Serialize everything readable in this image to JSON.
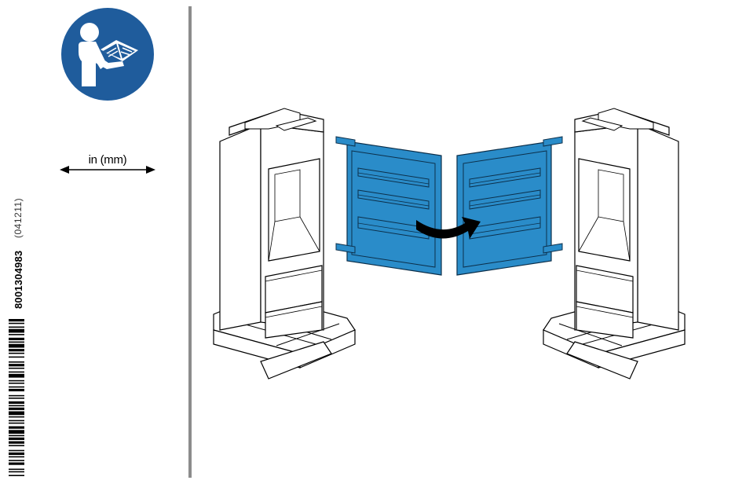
{
  "icons": {
    "manual": "read-manual-icon",
    "arrow": "double-arrow-icon",
    "door_swap": "door-swap-arrow-icon"
  },
  "colors": {
    "manual_blue": "#1f5c9c",
    "door_blue": "#2a8cc9",
    "outline": "#000000",
    "divider": "#8c8c8c"
  },
  "units": {
    "label": "in (mm)"
  },
  "side": {
    "part_number": "8001304983",
    "revision": "(041211)"
  },
  "barcode": {
    "bars": [
      2,
      1,
      1,
      2,
      1,
      1,
      3,
      1,
      1,
      2,
      2,
      1,
      1,
      1,
      3,
      1,
      2,
      1,
      1,
      2,
      1,
      3,
      1,
      1,
      2,
      1,
      1,
      2,
      1,
      1,
      3,
      2,
      1,
      1,
      1,
      2,
      1,
      1,
      2,
      3,
      1,
      1,
      1,
      2,
      2,
      1,
      1,
      1,
      2,
      1,
      3,
      1,
      1,
      2,
      1,
      1,
      1,
      2,
      2,
      1,
      3,
      1,
      1,
      1,
      2,
      1,
      2,
      1,
      1,
      3,
      1,
      1,
      2,
      1,
      1,
      2,
      1,
      1,
      2,
      3,
      1,
      1,
      1,
      2,
      1
    ]
  }
}
